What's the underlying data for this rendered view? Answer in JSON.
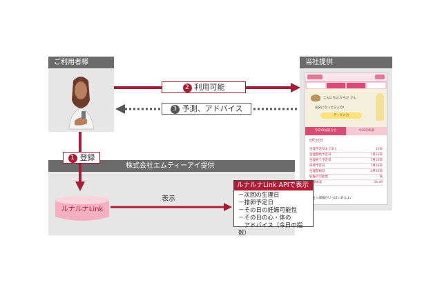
{
  "user_header": "ご利用者様",
  "provider_header": "当社提供",
  "company_header": "株式会社エムティーアイ提供",
  "arrows": {
    "use": {
      "number": "2",
      "label": "利用可能"
    },
    "advice": {
      "number": "3",
      "label": "予測、アドバイス"
    },
    "register": {
      "number": "1",
      "label": "登録"
    },
    "display": {
      "label": "表示"
    }
  },
  "database_label": "ルナルナLink",
  "api_box": {
    "title": "ルナルナLink APIで表示",
    "items": [
      "－次回の生理日",
      "－排卵予定日",
      "－その日の妊娠可能性",
      "－その日の心・体の",
      "　アドバイス（今日の指数）"
    ]
  },
  "phone": {
    "greeting": "こんにちは からだ さん",
    "question": "気分になったら入力！",
    "data_button": "データ入力",
    "tab_today": "今日のお知らせ",
    "tab_advice": "今日の体調",
    "date": "8月30日",
    "rows": [
      {
        "label": "生理予定日まであと",
        "value": "10日"
      },
      {
        "label": "生理開始予定日",
        "value": "7月10日"
      },
      {
        "label": "生理終了予定日",
        "value": "7月16日"
      },
      {
        "label": "排卵予定日",
        "value": "7月26日"
      },
      {
        "label": "生理開始日",
        "value": "4月30日"
      },
      {
        "label": "妊娠の可能性",
        "value": "低"
      },
      {
        "label": "基礎体温",
        "value": "36.49"
      }
    ],
    "footer": "役立つ情報がいっぱいあるよ♪"
  },
  "colors": {
    "accent": "#a81d33",
    "header": "#6b6b6b",
    "panel": "#e6e6e6"
  }
}
